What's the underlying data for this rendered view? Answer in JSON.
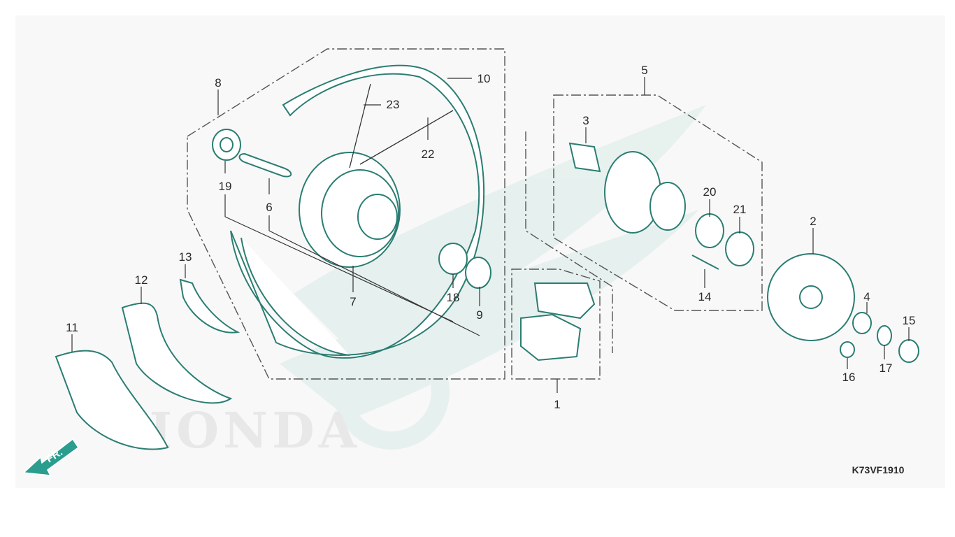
{
  "diagram": {
    "drawing_code": "K73VF1910",
    "front_marker": "FR.",
    "watermark": "HONDA",
    "callouts": [
      "1",
      "2",
      "3",
      "4",
      "5",
      "6",
      "7",
      "8",
      "9",
      "10",
      "11",
      "12",
      "13",
      "14",
      "15",
      "16",
      "17",
      "18",
      "19",
      "20",
      "21",
      "22",
      "23"
    ]
  },
  "colors": {
    "outline": "#2a7d72",
    "background": "#f8f8f8",
    "watermark": "#d9ebe6",
    "text": "#2a2a2a",
    "arrow": "#2a9d8f"
  },
  "icons": {
    "front_arrow": "arrow-down-left-icon"
  }
}
